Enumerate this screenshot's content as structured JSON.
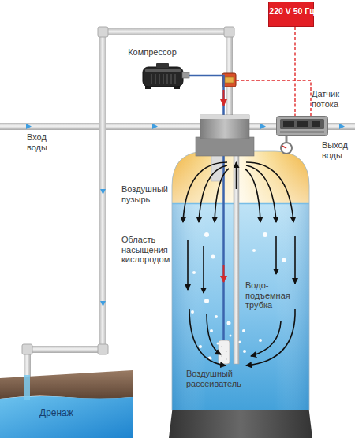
{
  "diagram": {
    "nodes": [
      {
        "text": [
          "220 V 50 Гц"
        ]
      },
      {
        "text": [
          "Компрессор"
        ]
      },
      {
        "text": [
          "Датчик потока"
        ]
      },
      {
        "text": [
          "Дренаж"
        ]
      }
    ],
    "edges": [
      {
        "from": 0,
        "to": 2,
        "arrow": "none"
      }
    ],
    "labels": [
      "Вход воды",
      "Выход воды",
      "Воздушный пузырь",
      "Область насыщения кислородом",
      "Водо- подъемная трубка",
      "Воздушный рассеиватель"
    ]
  }
}
